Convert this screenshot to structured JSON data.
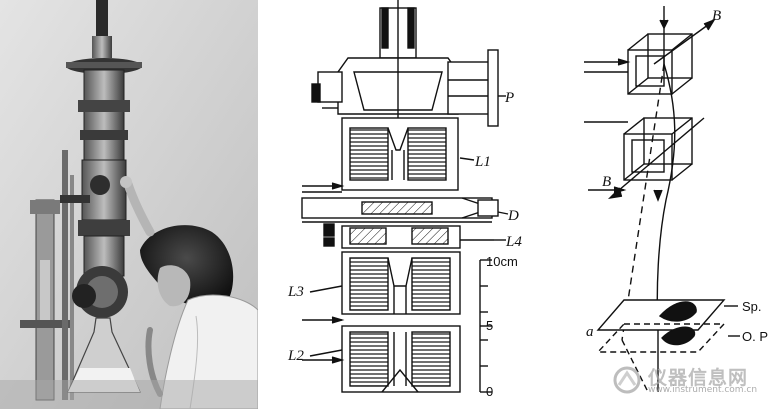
{
  "schematic": {
    "labels": {
      "p": "P",
      "l1": "L1",
      "d": "D",
      "l4": "L4",
      "l3": "L3",
      "l2": "L2"
    },
    "scale": {
      "top": "10cm",
      "mid": "5",
      "bottom": "0"
    }
  },
  "optics": {
    "labels": {
      "b_top": "B",
      "b_mid": "B",
      "sp": "Sp.",
      "a": "a",
      "op": "O. P"
    }
  },
  "watermark": {
    "brand": "仪器信息网",
    "url": "www.instrument.com.cn"
  },
  "colors": {
    "ink": "#111111",
    "photo_bg": "#d9d9d9",
    "watermark": "#aaaaaa"
  }
}
